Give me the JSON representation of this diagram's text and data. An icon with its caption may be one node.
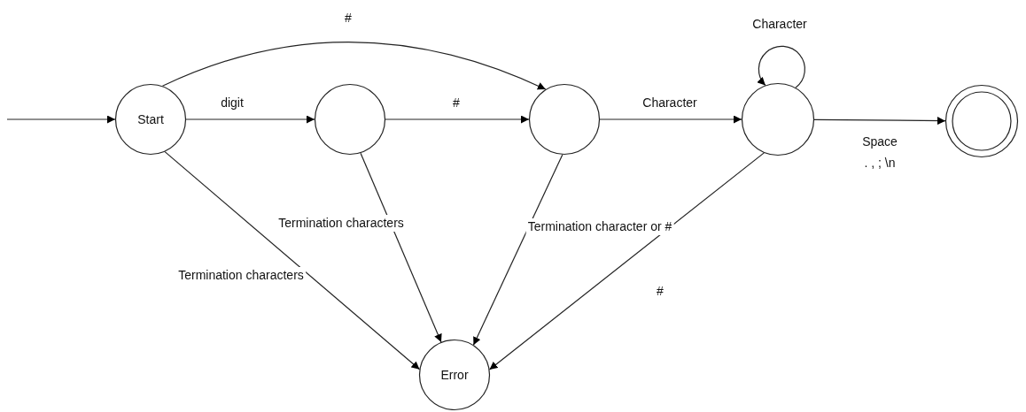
{
  "diagram": {
    "nodes": [
      {
        "text": [
          "Start"
        ]
      },
      {
        "text": [],
        "shape": "circle"
      },
      {
        "text": [],
        "shape": "circle"
      },
      {
        "text": [],
        "shape": "circle"
      },
      {
        "text": [],
        "shape": "doublecircle"
      },
      {
        "text": [
          "Error"
        ]
      }
    ],
    "edges": [
      {
        "from": null,
        "to": 0,
        "arrow": "to"
      },
      {
        "from": 0,
        "to": 1,
        "arrow": "to",
        "label": "digit"
      },
      {
        "from": 1,
        "to": 2,
        "arrow": "to",
        "label": "#"
      },
      {
        "from": 0,
        "to": 2,
        "arrow": "to",
        "label": "#"
      },
      {
        "from": 2,
        "to": 3,
        "arrow": "to",
        "label": "Character"
      },
      {
        "from": 3,
        "to": 3,
        "arrow": "to",
        "label": "Character"
      },
      {
        "from": 3,
        "to": 4,
        "arrow": "to",
        "label": "Space . , ; \\n"
      },
      {
        "from": 0,
        "to": 5,
        "arrow": "to",
        "label": "Termination characters"
      },
      {
        "from": 1,
        "to": 5,
        "arrow": "to",
        "label": "Termination characters"
      },
      {
        "from": 2,
        "to": 5,
        "arrow": "to",
        "label": "Termination character or #"
      },
      {
        "from": 3,
        "to": 5,
        "arrow": "to",
        "label": "#"
      }
    ]
  }
}
